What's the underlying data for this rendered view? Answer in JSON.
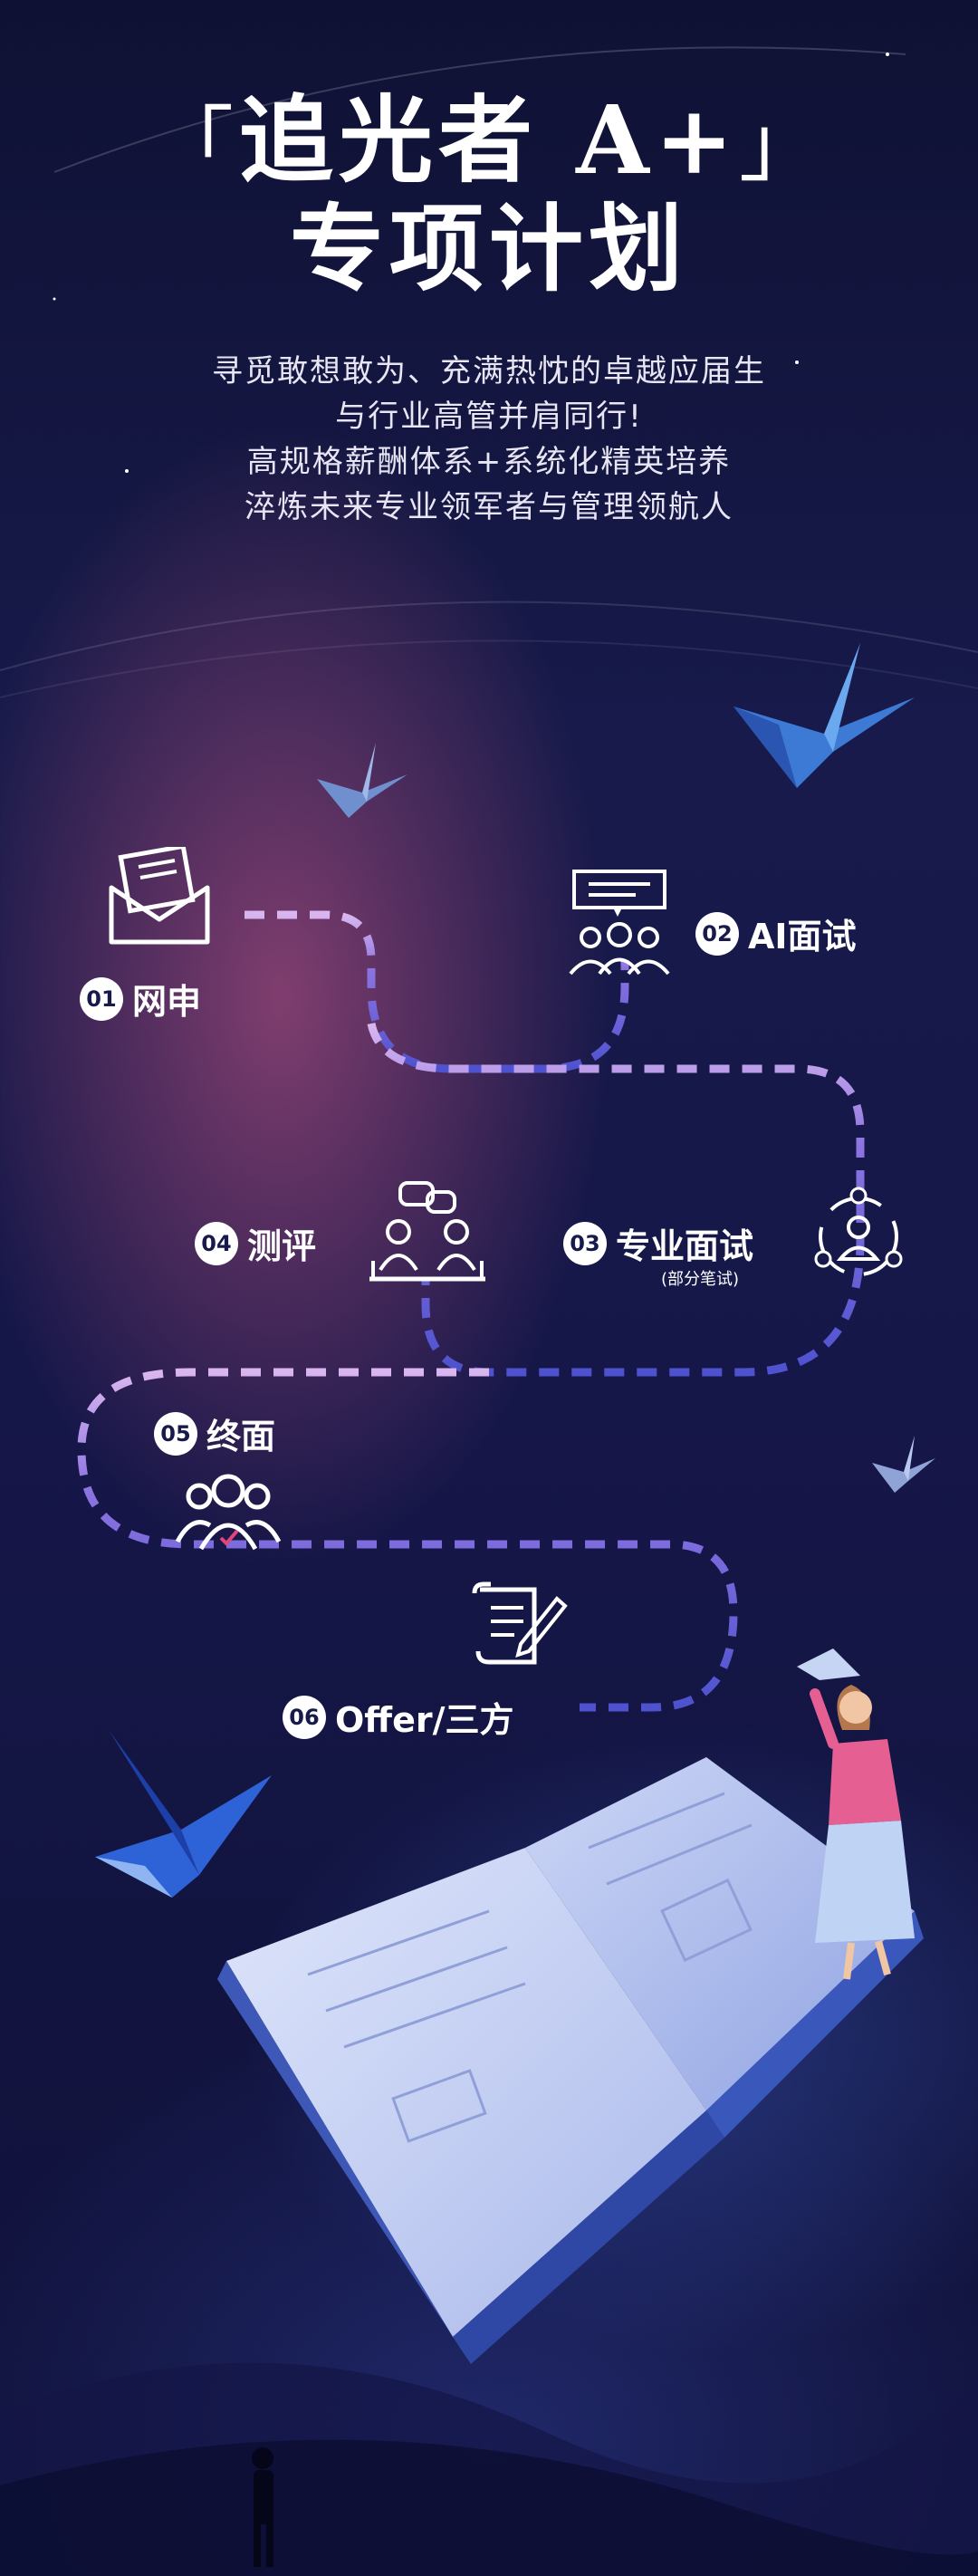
{
  "header": {
    "title_open": "「",
    "title_main": "追光者 A+",
    "title_close": "」",
    "title_line2": "专项计划"
  },
  "intro": {
    "line1": "寻觅敢想敢为、充满热忱的卓越应届生",
    "line2": "与行业高管并肩同行!",
    "line3": "高规格薪酬体系+系统化精英培养",
    "line4": "淬炼未来专业领军者与管理领航人"
  },
  "steps": [
    {
      "num": "01",
      "label": "网申",
      "icon": "envelope-icon"
    },
    {
      "num": "02",
      "label": "AI面试",
      "icon": "ai-interview-icon"
    },
    {
      "num": "03",
      "label": "专业面试",
      "note": "(部分笔试)",
      "icon": "team-cycle-icon"
    },
    {
      "num": "04",
      "label": "测评",
      "icon": "assessment-meeting-icon"
    },
    {
      "num": "05",
      "label": "终面",
      "icon": "final-group-icon"
    },
    {
      "num": "06",
      "label": "Offer/三方",
      "icon": "contract-icon"
    }
  ],
  "colors": {
    "background": "#171a4a",
    "path_pink": "#c9a7e6",
    "path_blue": "#5b5fd6",
    "text": "#ffffff"
  }
}
